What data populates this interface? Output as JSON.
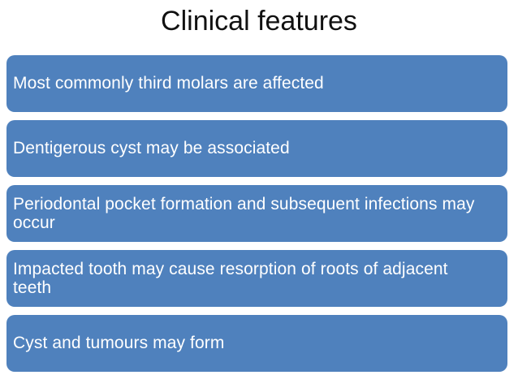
{
  "slide": {
    "title": "Clinical features",
    "colors": {
      "background": "#ffffff",
      "title_text": "#111111",
      "box_fill": "#4f81bd",
      "box_text": "#ffffff"
    },
    "boxes": [
      {
        "text": "Most commonly third molars are affected"
      },
      {
        "text": "Dentigerous cyst may be associated"
      },
      {
        "text": [
          "Periodontal pocket formation and subsequent infections may",
          "occur"
        ]
      },
      {
        "text": [
          "Impacted tooth may cause resorption of roots of adjacent",
          "teeth"
        ]
      },
      {
        "text": "Cyst and tumours may form"
      }
    ]
  }
}
